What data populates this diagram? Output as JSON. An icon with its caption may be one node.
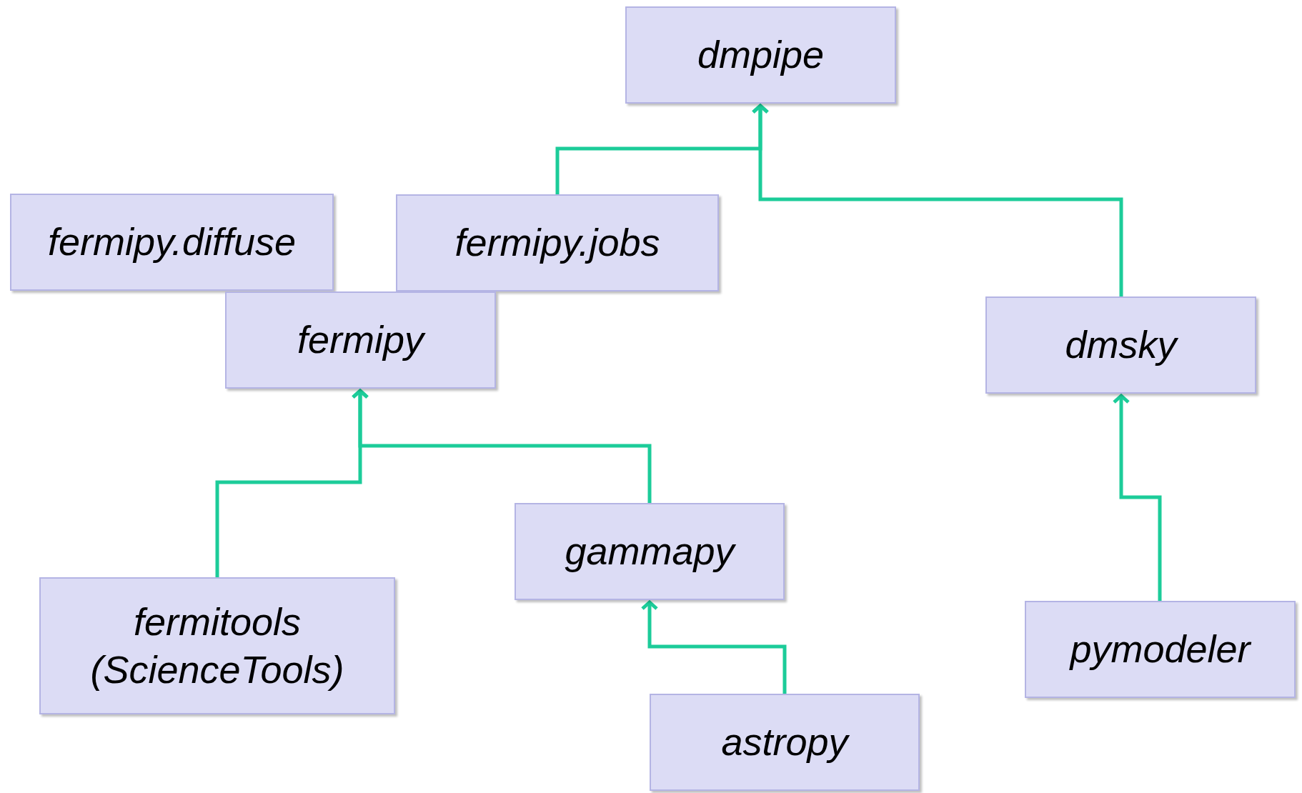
{
  "diagram": {
    "nodes": [
      {
        "text": [
          "dmpipe"
        ]
      },
      {
        "text": [
          "fermipy.diffuse"
        ]
      },
      {
        "text": [
          "fermipy.jobs"
        ]
      },
      {
        "text": [
          "fermipy"
        ]
      },
      {
        "text": [
          "dmsky"
        ]
      },
      {
        "text": [
          "fermitools (ScienceTools)"
        ]
      },
      {
        "text": [
          "gammapy"
        ]
      },
      {
        "text": [
          "astropy"
        ]
      },
      {
        "text": [
          "pymodeler"
        ]
      }
    ],
    "edges": [
      {
        "from": 2,
        "to": 0,
        "arrow": "to"
      },
      {
        "from": 4,
        "to": 0,
        "arrow": "to"
      },
      {
        "from": 5,
        "to": 3,
        "arrow": "to"
      },
      {
        "from": 6,
        "to": 3,
        "arrow": "to"
      },
      {
        "from": 7,
        "to": 6,
        "arrow": "to"
      },
      {
        "from": 8,
        "to": 4,
        "arrow": "to"
      }
    ]
  }
}
